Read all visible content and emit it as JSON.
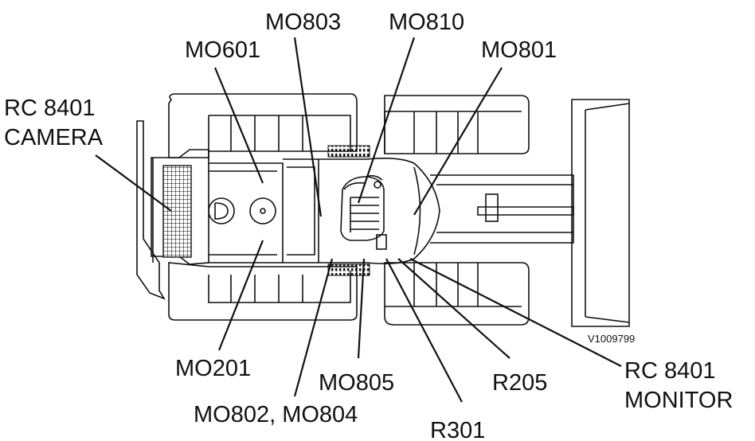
{
  "figure_id": "V1009799",
  "labels": {
    "mo803": "MO803",
    "mo810": "MO810",
    "mo601": "MO601",
    "mo801": "MO801",
    "rc_camera_1": "RC 8401",
    "rc_camera_2": "CAMERA",
    "mo201": "MO201",
    "mo805": "MO805",
    "r205": "R205",
    "rc_monitor_1": "RC 8401",
    "rc_monitor_2": "MONITOR",
    "mo802_804": "MO802, MO804",
    "r301": "R301"
  },
  "colors": {
    "line": "#111111",
    "background": "#ffffff"
  }
}
